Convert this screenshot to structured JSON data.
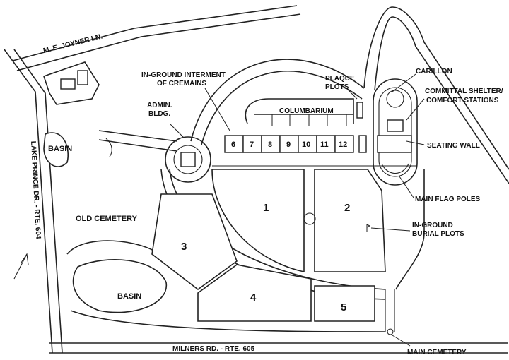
{
  "roads": {
    "joyner": "M. E. JOYNER LN.",
    "lake_prince": "LAKE PRINCE DR. - RTE. 604",
    "milners": "MILNERS RD. - RTE. 605"
  },
  "labels": {
    "interment_line1": "IN-GROUND INTERMENT",
    "interment_line2": "OF CREMAINS",
    "admin_line1": "ADMIN.",
    "admin_line2": "BLDG.",
    "basin_top": "BASIN",
    "old_cemetery": "OLD CEMETERY",
    "basin_bottom": "BASIN",
    "plaque_line1": "PLAQUE",
    "plaque_line2": "PLOTS",
    "columbarium": "COLUMBARIUM",
    "carillon": "CARILLON",
    "committal_line1": "COMMITTAL SHELTER/",
    "committal_line2": "COMFORT STATIONS",
    "seating_wall": "SEATING WALL",
    "flag_poles": "MAIN FLAG POLES",
    "burial_line1": "IN-GROUND",
    "burial_line2": "BURIAL PLOTS",
    "main_cemetery": "MAIN CEMETERY"
  },
  "sections": [
    "1",
    "2",
    "3",
    "4",
    "5"
  ],
  "cremains_plots": [
    "6",
    "7",
    "8",
    "9",
    "10",
    "11",
    "12"
  ],
  "colors": {
    "line": "#222222",
    "background": "#ffffff"
  },
  "icons": [
    "north-arrow-icon",
    "flag-pole-icon"
  ]
}
